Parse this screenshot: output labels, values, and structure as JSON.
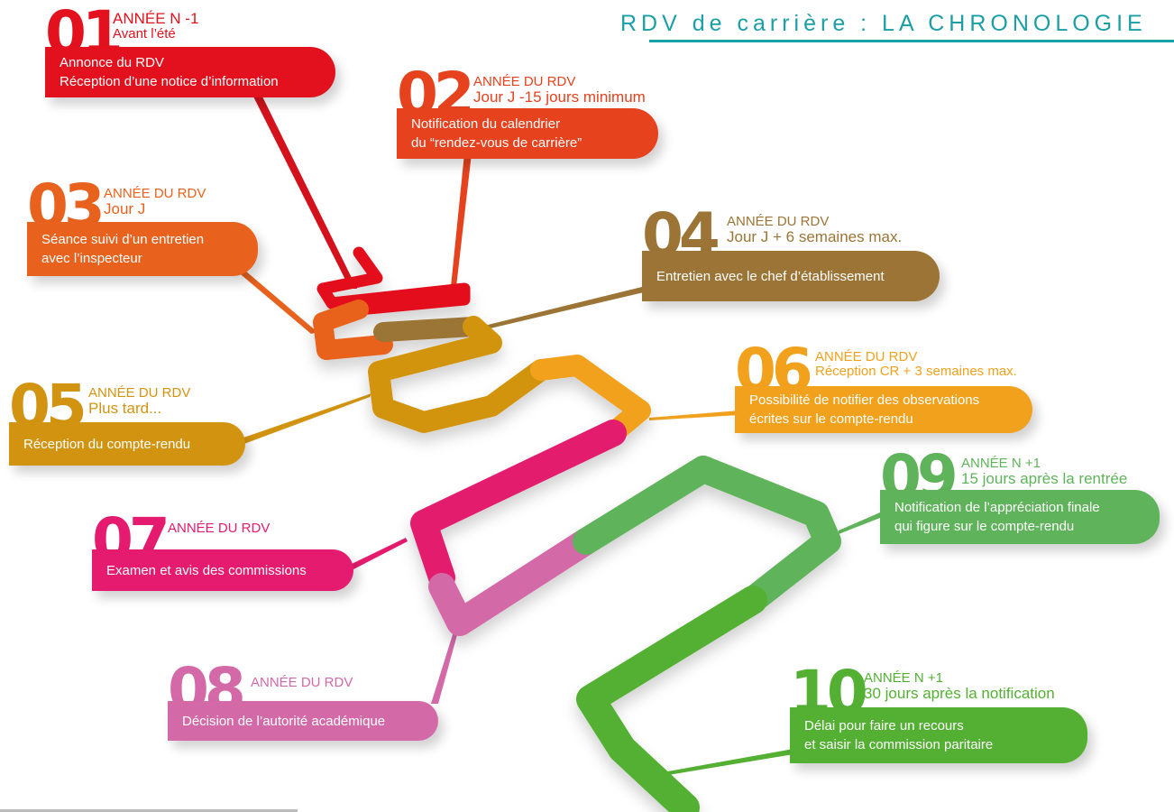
{
  "title": "RDV de carrière : LA CHRONOLOGIE",
  "colors": {
    "s01": "#e3111d",
    "s02": "#e6421e",
    "s03": "#e8621e",
    "s04": "#9b7436",
    "s05": "#d29410",
    "s06": "#f2a11d",
    "s07": "#e41b6e",
    "s08": "#d469a8",
    "s09": "#5fb35a",
    "s10": "#53b033",
    "title": "#1a9fa6"
  },
  "steps": {
    "s01": {
      "num": "01",
      "label_top": "ANNÉE N -1",
      "label_bottom": "Avant l’été",
      "text": [
        "Annonce du RDV",
        "Réception d’une notice d’information"
      ]
    },
    "s02": {
      "num": "02",
      "label_top": "ANNÉE DU RDV",
      "label_bottom": "Jour J -15 jours minimum",
      "text": [
        "Notification du calendrier",
        "du “rendez-vous de carrière”"
      ]
    },
    "s03": {
      "num": "03",
      "label_top": "ANNÉE DU RDV",
      "label_bottom": "Jour J",
      "text": [
        "Séance suivi d’un entretien",
        "avec l’inspecteur"
      ]
    },
    "s04": {
      "num": "04",
      "label_top": "ANNÉE DU RDV",
      "label_bottom": "Jour J + 6 semaines max.",
      "text": [
        "Entretien avec le chef d’établissement"
      ]
    },
    "s05": {
      "num": "05",
      "label_top": "ANNÉE DU RDV",
      "label_bottom": "Plus tard...",
      "text": [
        "Réception du compte-rendu"
      ]
    },
    "s06": {
      "num": "06",
      "label_top": "ANNÉE DU RDV",
      "label_bottom": "Réception CR + 3 semaines max.",
      "text": [
        "Possibilité de notifier  des observations",
        "écrites sur le compte-rendu"
      ]
    },
    "s07": {
      "num": "07",
      "label_top": "ANNÉE DU RDV",
      "label_bottom": "",
      "text": [
        "Examen et avis des commissions"
      ]
    },
    "s08": {
      "num": "08",
      "label_top": "ANNÉE DU RDV",
      "label_bottom": "",
      "text": [
        "Décision de l’autorité académique"
      ]
    },
    "s09": {
      "num": "09",
      "label_top": "ANNÉE N +1",
      "label_bottom": "15 jours après la rentrée",
      "text": [
        "Notification de l’appréciation finale",
        "qui figure sur le compte-rendu"
      ]
    },
    "s10": {
      "num": "10",
      "label_top": "ANNÉE N +1",
      "label_bottom": "30 jours après la notification",
      "text": [
        "Délai pour faire un recours",
        "et saisir la commission paritaire"
      ]
    }
  }
}
